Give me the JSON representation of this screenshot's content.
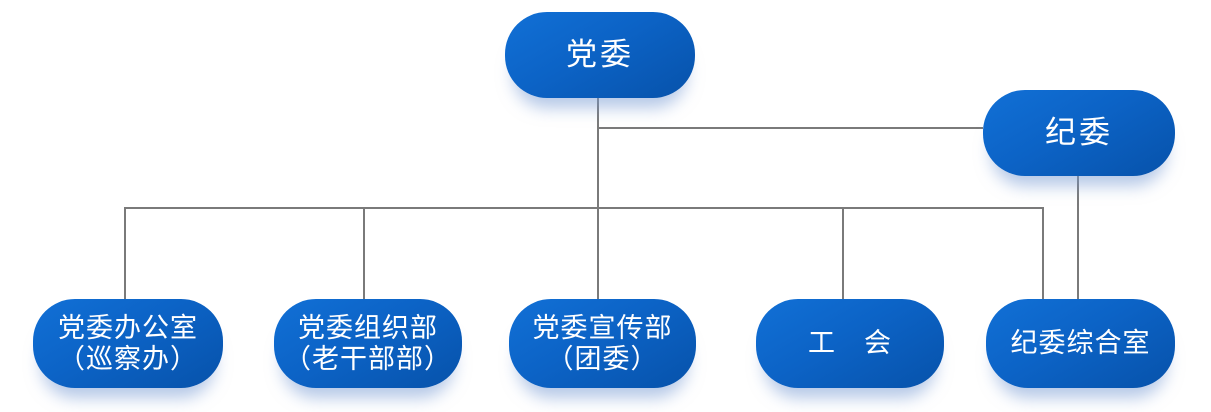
{
  "org_chart": {
    "type": "org-tree",
    "root": {
      "label": "党委"
    },
    "discipline": {
      "label": "纪委"
    },
    "departments": [
      {
        "line1": "党委办公室",
        "line2": "（巡察办）"
      },
      {
        "line1": "党委组织部",
        "line2": "（老干部部）"
      },
      {
        "line1": "党委宣传部",
        "line2": "（团委）"
      },
      {
        "line1": "工　会",
        "line2": ""
      },
      {
        "line1": "纪委综合室",
        "line2": ""
      }
    ],
    "edges": [
      "党委 → 纪委",
      "党委 → 党委办公室（巡察办）",
      "党委 → 党委组织部（老干部部）",
      "党委 → 党委宣传部（团委）",
      "党委 → 工会",
      "党委 → 纪委综合室",
      "纪委 → 纪委综合室"
    ],
    "colors": {
      "node_gradient_top": "#1170d6",
      "node_gradient_bottom": "#0752aa",
      "node_text": "#ffffff",
      "connector": "#7a7a7a",
      "node_shadow": "rgba(120,155,212,0.55)",
      "background": "#ffffff"
    }
  }
}
